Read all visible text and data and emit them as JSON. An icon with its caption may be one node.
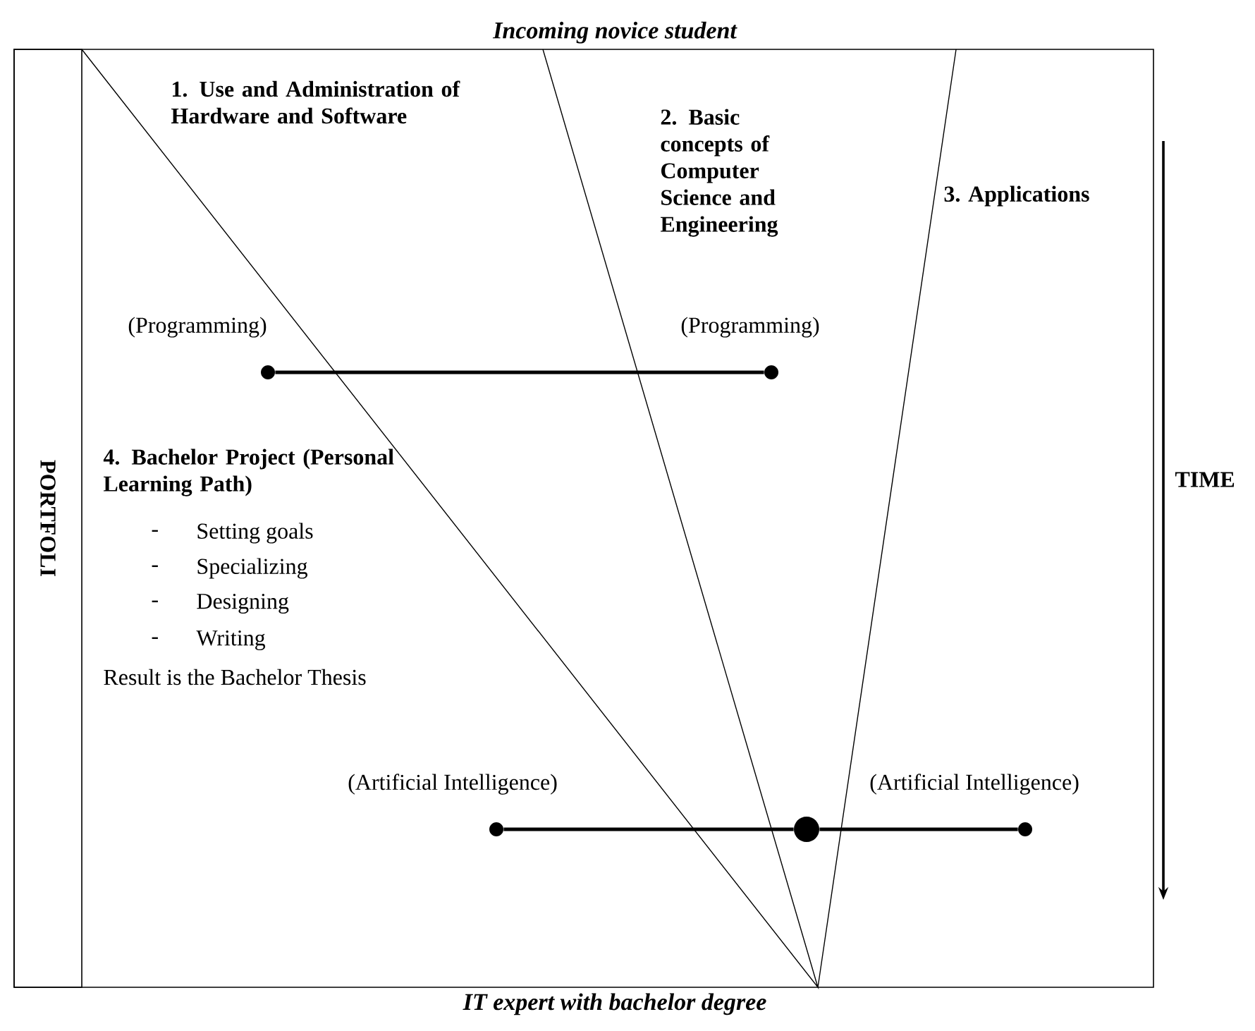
{
  "diagram": {
    "title": "Incoming novice student",
    "caption": "IT expert with bachelor degree",
    "nodes": [
      {
        "text": [
          "PORTFOLI"
        ]
      },
      {
        "text": [],
        "shape": "circle",
        "beside": [
          "(Programming)"
        ]
      },
      {
        "text": [],
        "shape": "circle",
        "beside": [
          "(Programming)"
        ]
      },
      {
        "text": [],
        "shape": "circle",
        "beside": [
          "(Artificial Intelligence)"
        ]
      },
      {
        "text": [],
        "shape": "circle"
      },
      {
        "text": [],
        "shape": "circle",
        "beside": [
          "(Artificial Intelligence)"
        ]
      }
    ],
    "edges": [
      {
        "from": 1,
        "to": 2,
        "arrow": "none"
      },
      {
        "from": 3,
        "to": 4,
        "arrow": "none"
      },
      {
        "from": 4,
        "to": 5,
        "arrow": "none"
      }
    ],
    "labels": [
      "1. Use and Administration of Hardware and Software",
      "2. Basic concepts of Computer Science and Engineering",
      "3. Applications",
      "4. Bachelor Project (Personal Learning Path)",
      "-",
      "Setting goals",
      "-",
      "Specializing",
      "-",
      "Designing",
      "-",
      "Writing",
      "Result is the Bachelor Thesis",
      "TIME"
    ]
  }
}
